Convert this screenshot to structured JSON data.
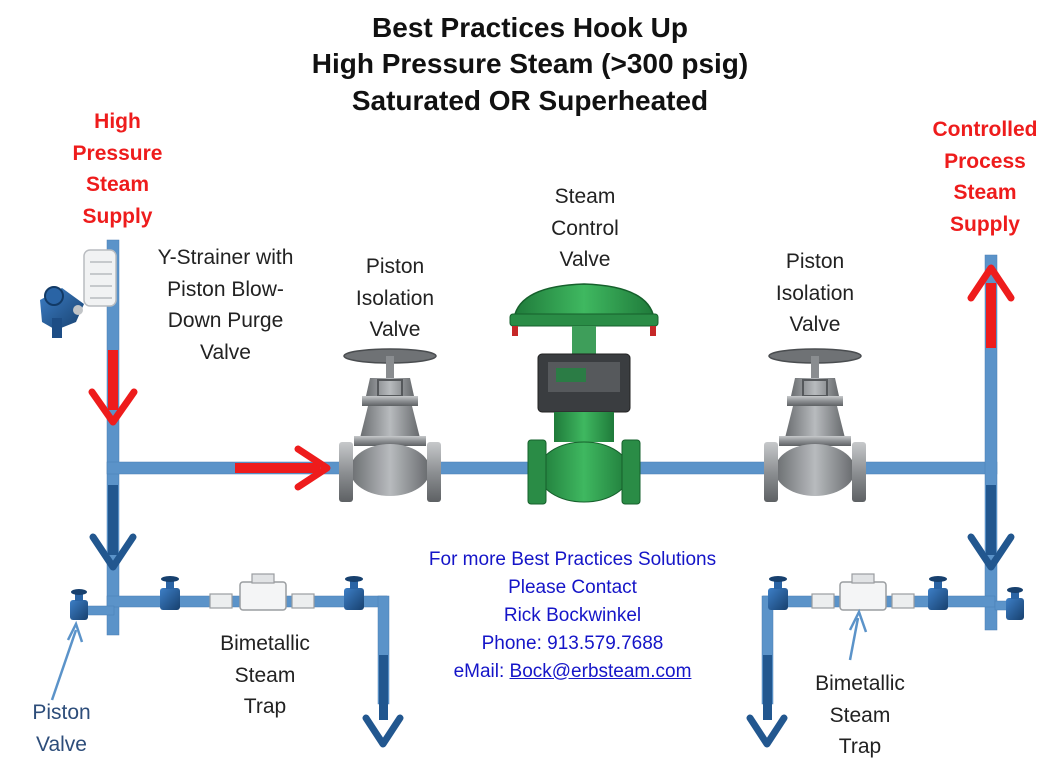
{
  "title": {
    "line1": "Best Practices Hook Up",
    "line2": "High Pressure Steam (>300 psig)",
    "line3": "Saturated OR Superheated"
  },
  "labels": {
    "supply_in": [
      "High",
      "Pressure",
      "Steam",
      "Supply"
    ],
    "supply_out": [
      "Controlled",
      "Process",
      "Steam",
      "Supply"
    ],
    "strainer": [
      "Y-Strainer with",
      "Piston Blow-",
      "Down Purge",
      "Valve"
    ],
    "iso_left": [
      "Piston",
      "Isolation",
      "Valve"
    ],
    "control": [
      "Steam",
      "Control",
      "Valve"
    ],
    "iso_right": [
      "Piston",
      "Isolation",
      "Valve"
    ],
    "trap_left": [
      "Bimetallic",
      "Steam",
      "Trap"
    ],
    "trap_right": [
      "Bimetallic",
      "Steam",
      "Trap"
    ],
    "piston_valve": [
      "Piston",
      "Valve"
    ]
  },
  "contact": {
    "line1": "For more Best Practices Solutions",
    "line2": "Please Contact",
    "line3": "Rick Bockwinkel",
    "phone": "Phone: 913.579.7688",
    "email_prefix": "eMail: ",
    "email": "Bock@erbsteam.com"
  },
  "colors": {
    "pipe": "#5b93c9",
    "hot_arrow": "#ee1c1c",
    "cold_arrow": "#22578f",
    "valve_grey": "#8a8d90",
    "control_green": "#2e9a4c",
    "contact_text": "#1515c8"
  }
}
